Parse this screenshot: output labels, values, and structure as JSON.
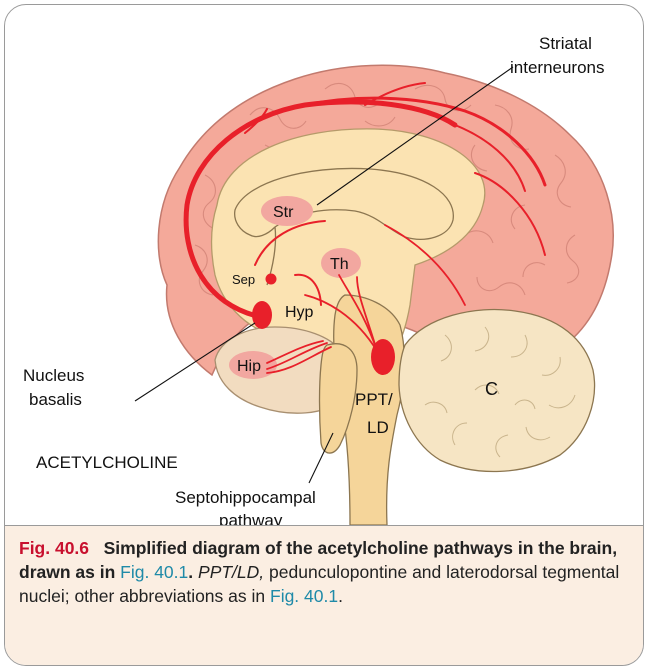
{
  "diagram": {
    "labels": {
      "striatal_interneurons": [
        "Striatal",
        "interneurons"
      ],
      "str": "Str",
      "th": "Th",
      "sep": "Sep",
      "hyp": "Hyp",
      "hip": "Hip",
      "ppt_ld": [
        "PPT/",
        "LD"
      ],
      "c": "C",
      "nucleus_basalis": [
        "Nucleus",
        "basalis"
      ],
      "transmitter": "ACETYLCHOLINE",
      "septohippocampal": [
        "Septohippocampal",
        "pathway"
      ]
    },
    "colors": {
      "cortex": "#f4a99a",
      "cortex_stroke": "#c27a6e",
      "gyri": "#d88a7d",
      "deep_structures": "#fbe3b2",
      "brainstem": "#f5d59a",
      "nucleus_pink": "#f2a7a0",
      "pathway_red": "#e8202a",
      "cerebellum": "#f6e5c4",
      "caption_bg": "#fbeee2",
      "caption_title": "#c8102e",
      "caption_link": "#1f8aa8"
    }
  },
  "caption": {
    "fig_num": "Fig. 40.6",
    "title": "Simplified diagram of the acetylcholine pathways in the brain, drawn as in",
    "ref1": "Fig. 40.1",
    "period": ".",
    "abbr": "PPT/LD,",
    "text": "pedunculopontine and laterodorsal tegmental nuclei; other abbreviations as in",
    "ref2": "Fig. 40.1",
    "end": "."
  }
}
